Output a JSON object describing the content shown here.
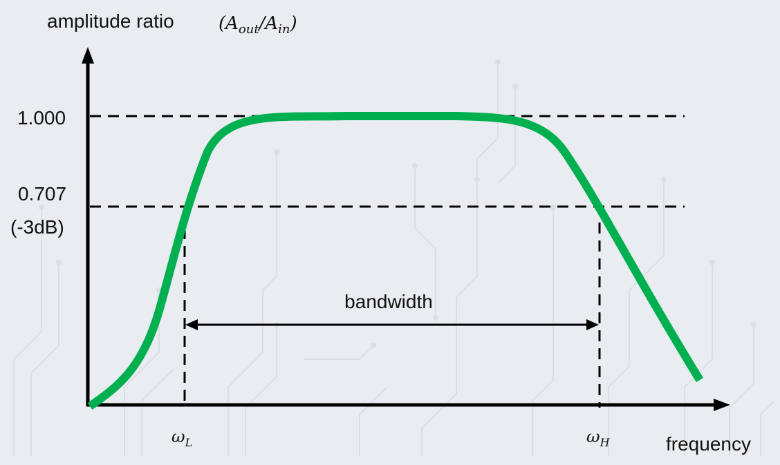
{
  "y_axis": {
    "label": "amplitude ratio",
    "ratio": {
      "num_base": "A",
      "num_sub": "out",
      "den_base": "A",
      "den_sub": "in"
    }
  },
  "x_axis": {
    "label": "frequency"
  },
  "levels": {
    "unity_label": "1.000",
    "cutoff_label": "0.707",
    "cutoff_db_label": "(-3dB)"
  },
  "cutoffs": {
    "lower_symbol": "ω",
    "lower_sub": "L",
    "upper_symbol": "ω",
    "upper_sub": "H"
  },
  "bandwidth_label": "bandwidth",
  "colors": {
    "response_curve": "#00b050",
    "background": "#e9edf1",
    "axes": "#000000"
  }
}
